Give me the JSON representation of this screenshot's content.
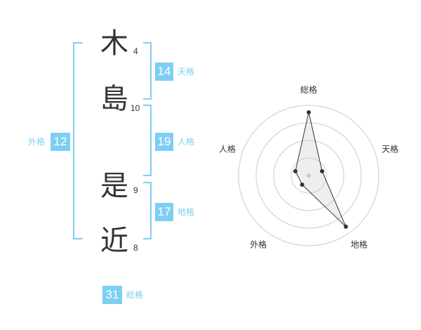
{
  "name": {
    "chars": [
      {
        "char": "木",
        "strokes": "4"
      },
      {
        "char": "島",
        "strokes": "10"
      },
      {
        "char": "是",
        "strokes": "9"
      },
      {
        "char": "近",
        "strokes": "8"
      }
    ]
  },
  "fortune": {
    "tenkaku": {
      "value": "14",
      "label": "天格"
    },
    "jinkaku": {
      "value": "19",
      "label": "人格"
    },
    "chikaku": {
      "value": "17",
      "label": "地格"
    },
    "gaikaku": {
      "value": "12",
      "label": "外格"
    },
    "soukaku": {
      "value": "31",
      "label": "総格"
    }
  },
  "colors": {
    "accent": "#7ecef4",
    "text": "#333333",
    "grid": "#cccccc"
  },
  "chart_data": {
    "type": "radar",
    "axes": [
      "総格",
      "天格",
      "地格",
      "外格",
      "人格"
    ],
    "values": [
      4.5,
      1.0,
      4.5,
      0.8,
      1.0
    ],
    "max": 5,
    "rings": 4
  }
}
